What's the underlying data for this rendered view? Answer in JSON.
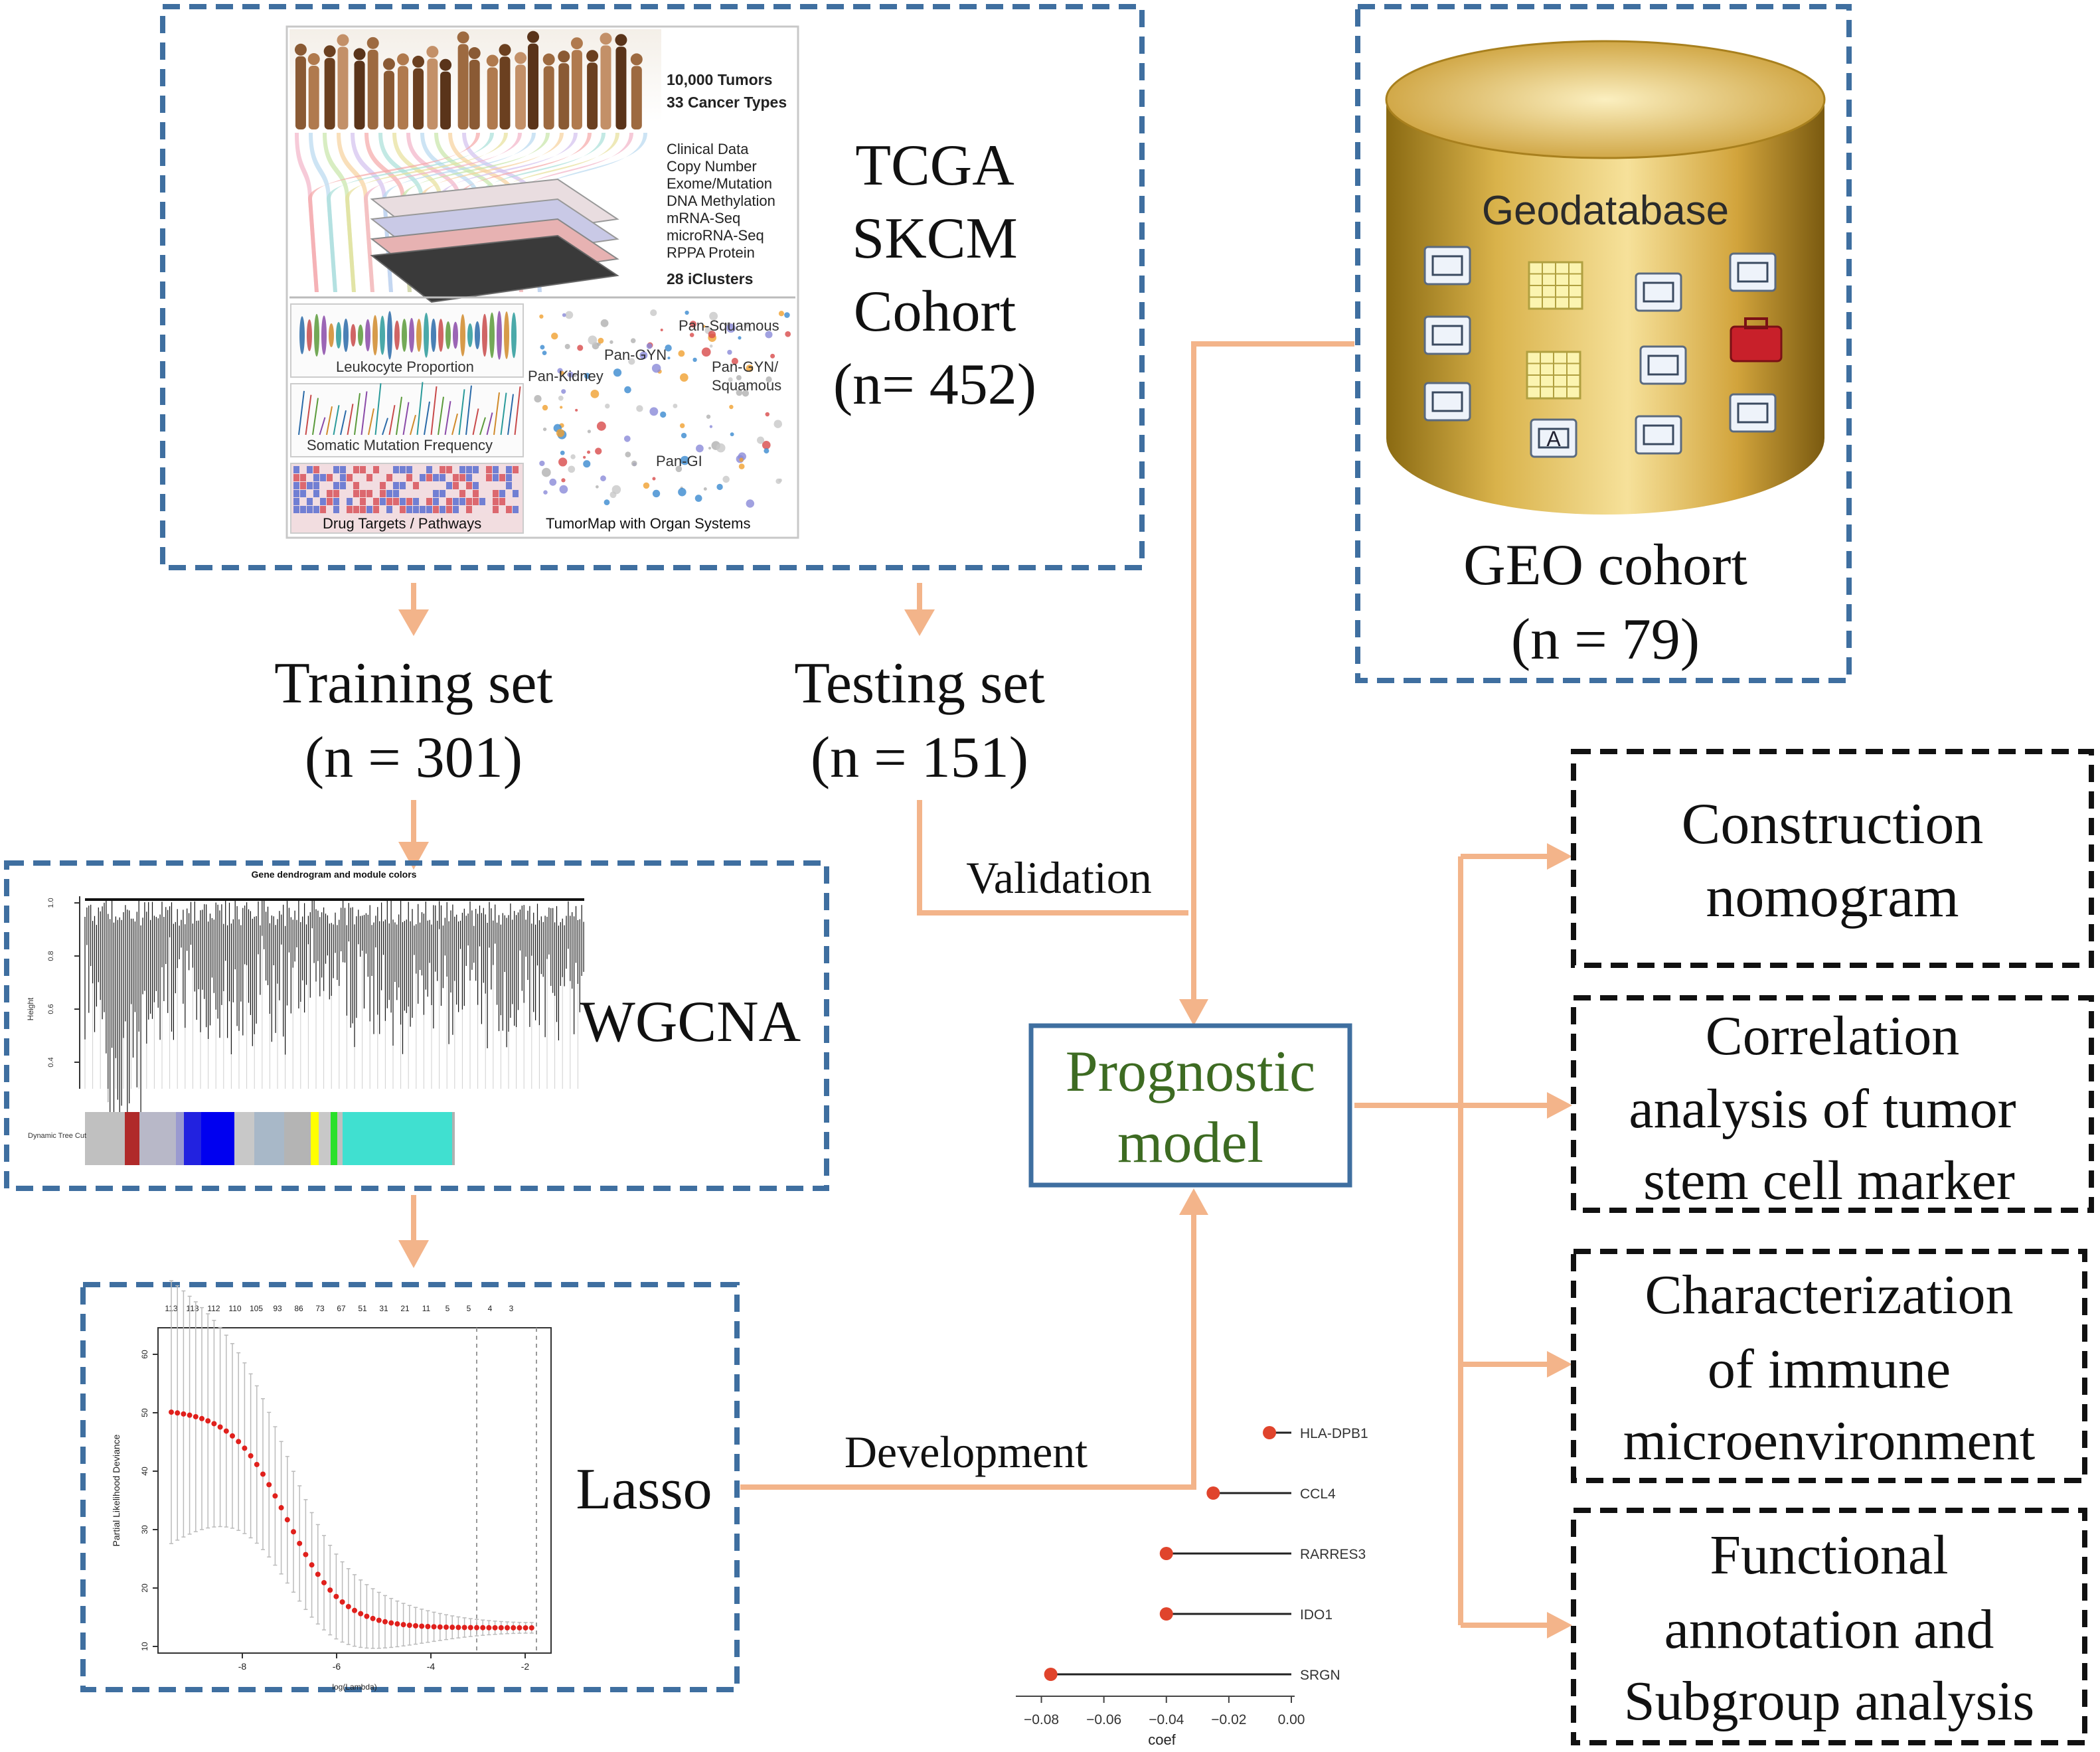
{
  "colors": {
    "dashed_blue": "#3f6fa0",
    "dashed_black": "#111111",
    "arrow_orange": "#f3b48a",
    "model_box_border": "#3f6fa0",
    "model_text_green": "#3d6b22",
    "dot_red": "#e0442c"
  },
  "tcga": {
    "label_lines": [
      "TCGA",
      "SKCM",
      "Cohort",
      "(n= 452)"
    ],
    "poster": {
      "header_lines": [
        "10,000 Tumors",
        "33 Cancer Types"
      ],
      "data_types": [
        "Clinical Data",
        "Copy Number",
        "Exome/Mutation",
        "DNA Methylation",
        "mRNA-Seq",
        "microRNA-Seq",
        "RPPA Protein"
      ],
      "clusters": "28 iClusters",
      "panel_leukocyte": "Leukocyte Proportion",
      "panel_mutation": "Somatic Mutation Frequency",
      "panel_drug": "Drug Targets / Pathways",
      "map_labels": [
        "Pan-Squamous",
        "Pan-GYN",
        "Pan-Kidney",
        "Pan-GYN/",
        "Squamous",
        "Pan-GI"
      ],
      "map_caption": "TumorMap with Organ Systems"
    }
  },
  "geo": {
    "db_label": "Geodatabase",
    "label_lines": [
      "GEO cohort",
      "(n = 79)"
    ],
    "icons": [
      "scatter-icon",
      "raster-grid-icon",
      "table-icon",
      "map-frame-icon",
      "relationship-icon",
      "grid-icon",
      "topology-icon",
      "toolbox-icon",
      "dimension-icon",
      "annotation-icon",
      "extent-icon",
      "network-icon"
    ]
  },
  "training": {
    "lines": [
      "Training set",
      "(n = 301)"
    ]
  },
  "testing": {
    "lines": [
      "Testing set",
      "(n = 151)"
    ]
  },
  "validation_label": "Validation",
  "development_label": "Development",
  "wgcna": {
    "label": "WGCNA",
    "plot_title": "Gene dendrogram and module colors",
    "y_axis_label": "Height",
    "y_ticks": [
      "1.0",
      "0.8",
      "0.6",
      "0.4"
    ],
    "color_bar_label": "Dynamic Tree Cut"
  },
  "lasso": {
    "label": "Lasso",
    "top_ticks": [
      "113",
      "113",
      "112",
      "110",
      "105",
      "93",
      "86",
      "73",
      "67",
      "51",
      "31",
      "21",
      "11",
      "5",
      "5",
      "4",
      "3"
    ],
    "y_axis_label": "Partial Likelihood Deviance",
    "y_ticks": [
      "60",
      "50",
      "40",
      "30",
      "20",
      "10"
    ],
    "x_ticks": [
      "-8",
      "-6",
      "-4",
      "-2"
    ],
    "x_axis_label": "log(Lambda)"
  },
  "model": {
    "lines": [
      "Prognostic",
      "model"
    ]
  },
  "outcomes": [
    {
      "lines": [
        "Construction",
        "nomogram"
      ]
    },
    {
      "lines": [
        "Correlation",
        "analysis of tumor",
        "stem cell marker"
      ]
    },
    {
      "lines": [
        "Characterization",
        "of immune",
        "microenvironment"
      ]
    },
    {
      "lines": [
        "Functional",
        "annotation and",
        "Subgroup analysis"
      ]
    }
  ],
  "chart_data": {
    "type": "scatter",
    "title": "",
    "xlabel": "coef",
    "ylabel": "",
    "xlim": [
      -0.085,
      0.0
    ],
    "x_ticks": [
      "-0.08",
      "-0.06",
      "-0.04",
      "-0.02",
      "0.00"
    ],
    "categories": [
      "HLA-DPB1",
      "CCL4",
      "RARRES3",
      "IDO1",
      "SRGN"
    ],
    "values": [
      -0.007,
      -0.025,
      -0.04,
      -0.04,
      -0.077
    ],
    "grid": false,
    "legend": "none"
  }
}
